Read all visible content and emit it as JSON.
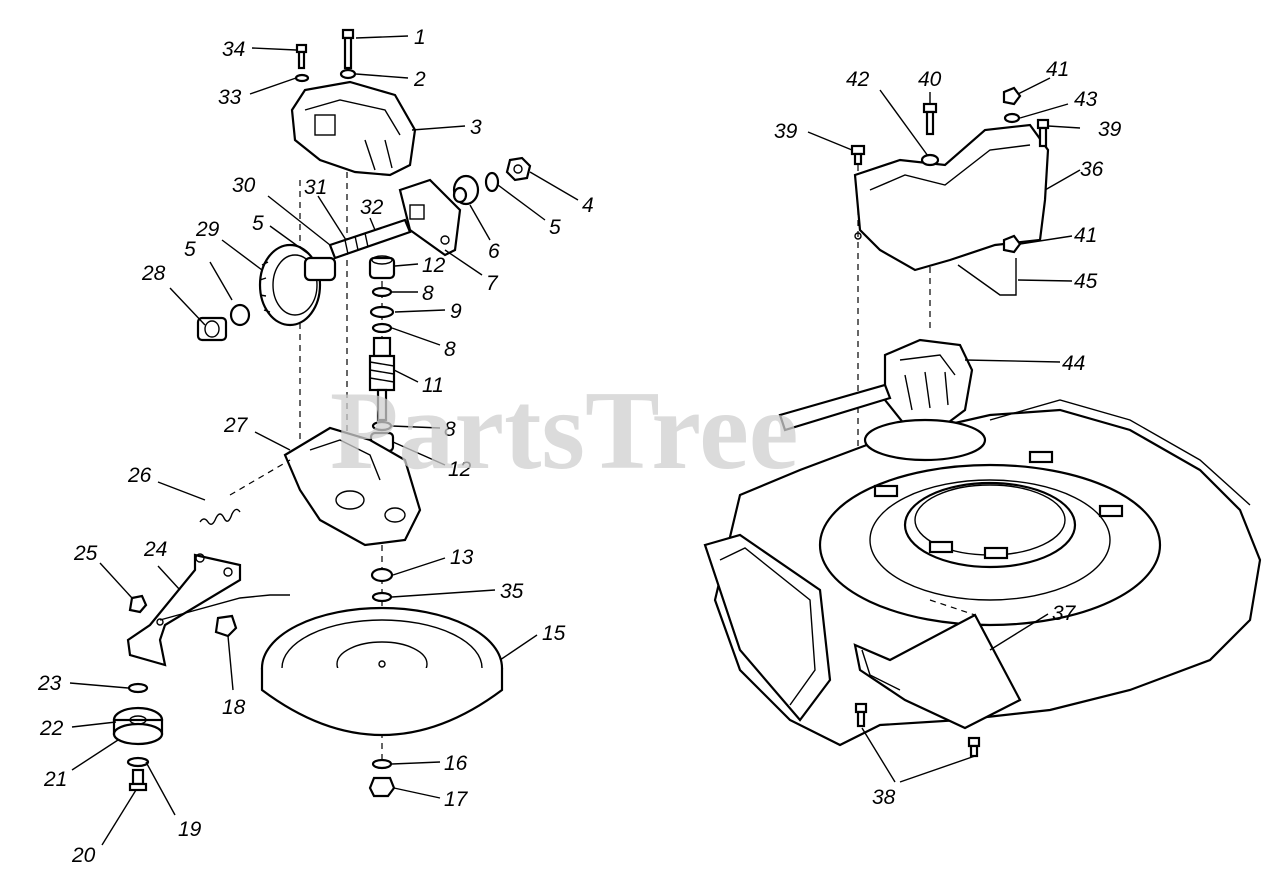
{
  "watermark": "PartsTree",
  "left_assembly": {
    "callouts": [
      "1",
      "2",
      "3",
      "4",
      "5",
      "6",
      "7",
      "8",
      "9",
      "11",
      "12",
      "13",
      "15",
      "16",
      "17",
      "18",
      "19",
      "20",
      "21",
      "22",
      "23",
      "24",
      "25",
      "26",
      "27",
      "28",
      "29",
      "30",
      "31",
      "32",
      "33",
      "34",
      "35"
    ]
  },
  "right_assembly": {
    "callouts": [
      "36",
      "37",
      "38",
      "39",
      "40",
      "41",
      "42",
      "43",
      "44",
      "45"
    ]
  },
  "labels": {
    "c1": "1",
    "c2": "2",
    "c3": "3",
    "c4": "4",
    "c5a": "5",
    "c5b": "5",
    "c5c": "5",
    "c6": "6",
    "c7": "7",
    "c8a": "8",
    "c8b": "8",
    "c8c": "8",
    "c9": "9",
    "c11": "11",
    "c12a": "12",
    "c12b": "12",
    "c13": "13",
    "c15": "15",
    "c16": "16",
    "c17": "17",
    "c18": "18",
    "c19": "19",
    "c20": "20",
    "c21": "21",
    "c22": "22",
    "c23": "23",
    "c24": "24",
    "c25": "25",
    "c26": "26",
    "c27": "27",
    "c28": "28",
    "c29": "29",
    "c30": "30",
    "c31": "31",
    "c32": "32",
    "c33": "33",
    "c34": "34",
    "c35": "35",
    "c36": "36",
    "c37": "37",
    "c38": "38",
    "c39a": "39",
    "c39b": "39",
    "c40": "40",
    "c41a": "41",
    "c41b": "41",
    "c42": "42",
    "c43": "43",
    "c44": "44",
    "c45": "45"
  }
}
